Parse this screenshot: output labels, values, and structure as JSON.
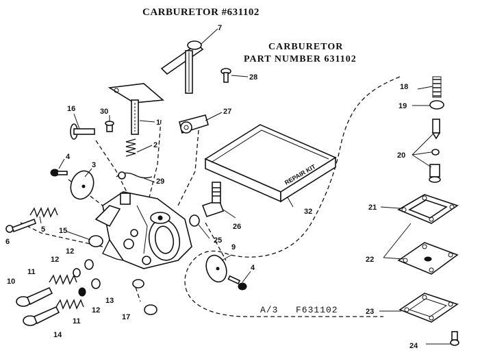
{
  "heading": "CARBURETOR #631102",
  "subtitle": {
    "line1": "CARBURETOR",
    "line2": "PART NUMBER 631102"
  },
  "footer": {
    "sheet": "A/3",
    "figure": "F631102"
  },
  "kit_label": "REPAIR KIT",
  "callouts": {
    "c1": "1",
    "c2": "2",
    "c3": "3",
    "c4a": "4",
    "c4b": "4",
    "c5": "5",
    "c6": "6",
    "c7": "7",
    "c9": "9",
    "c10": "10",
    "c11a": "11",
    "c11b": "11",
    "c12a": "12",
    "c12b": "12",
    "c12c": "12",
    "c13": "13",
    "c14": "14",
    "c15": "15",
    "c16": "16",
    "c17": "17",
    "c18": "18",
    "c19": "19",
    "c20": "20",
    "c21": "21",
    "c22": "22",
    "c23": "23",
    "c24": "24",
    "c25": "25",
    "c26": "26",
    "c27": "27",
    "c28": "28",
    "c29": "29",
    "c30": "30",
    "c32": "32"
  }
}
